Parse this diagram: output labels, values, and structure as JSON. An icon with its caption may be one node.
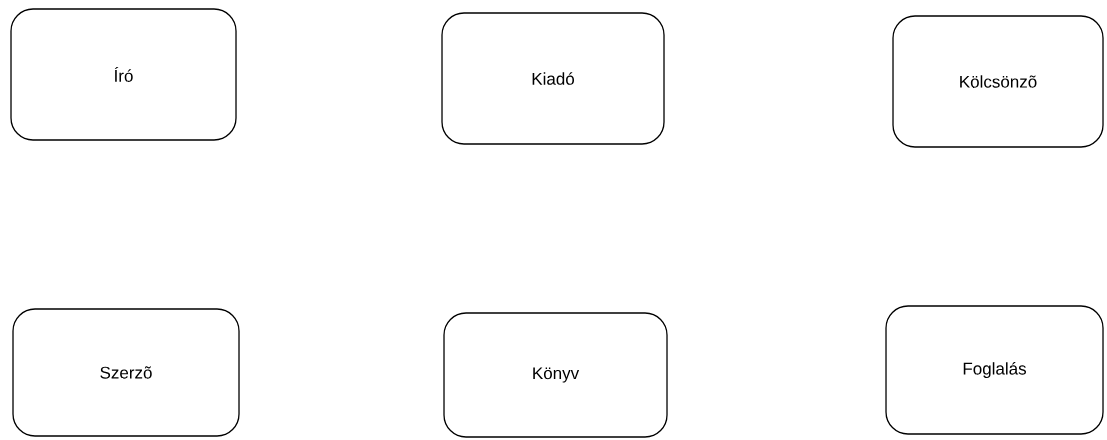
{
  "diagram": {
    "nodes": [
      {
        "text": [
          "Író"
        ]
      },
      {
        "text": [
          "Kiadó"
        ]
      },
      {
        "text": [
          "Kölcsönzõ"
        ]
      },
      {
        "text": [
          "Szerzõ"
        ]
      },
      {
        "text": [
          "Könyv"
        ]
      },
      {
        "text": [
          "Foglalás"
        ]
      }
    ]
  }
}
